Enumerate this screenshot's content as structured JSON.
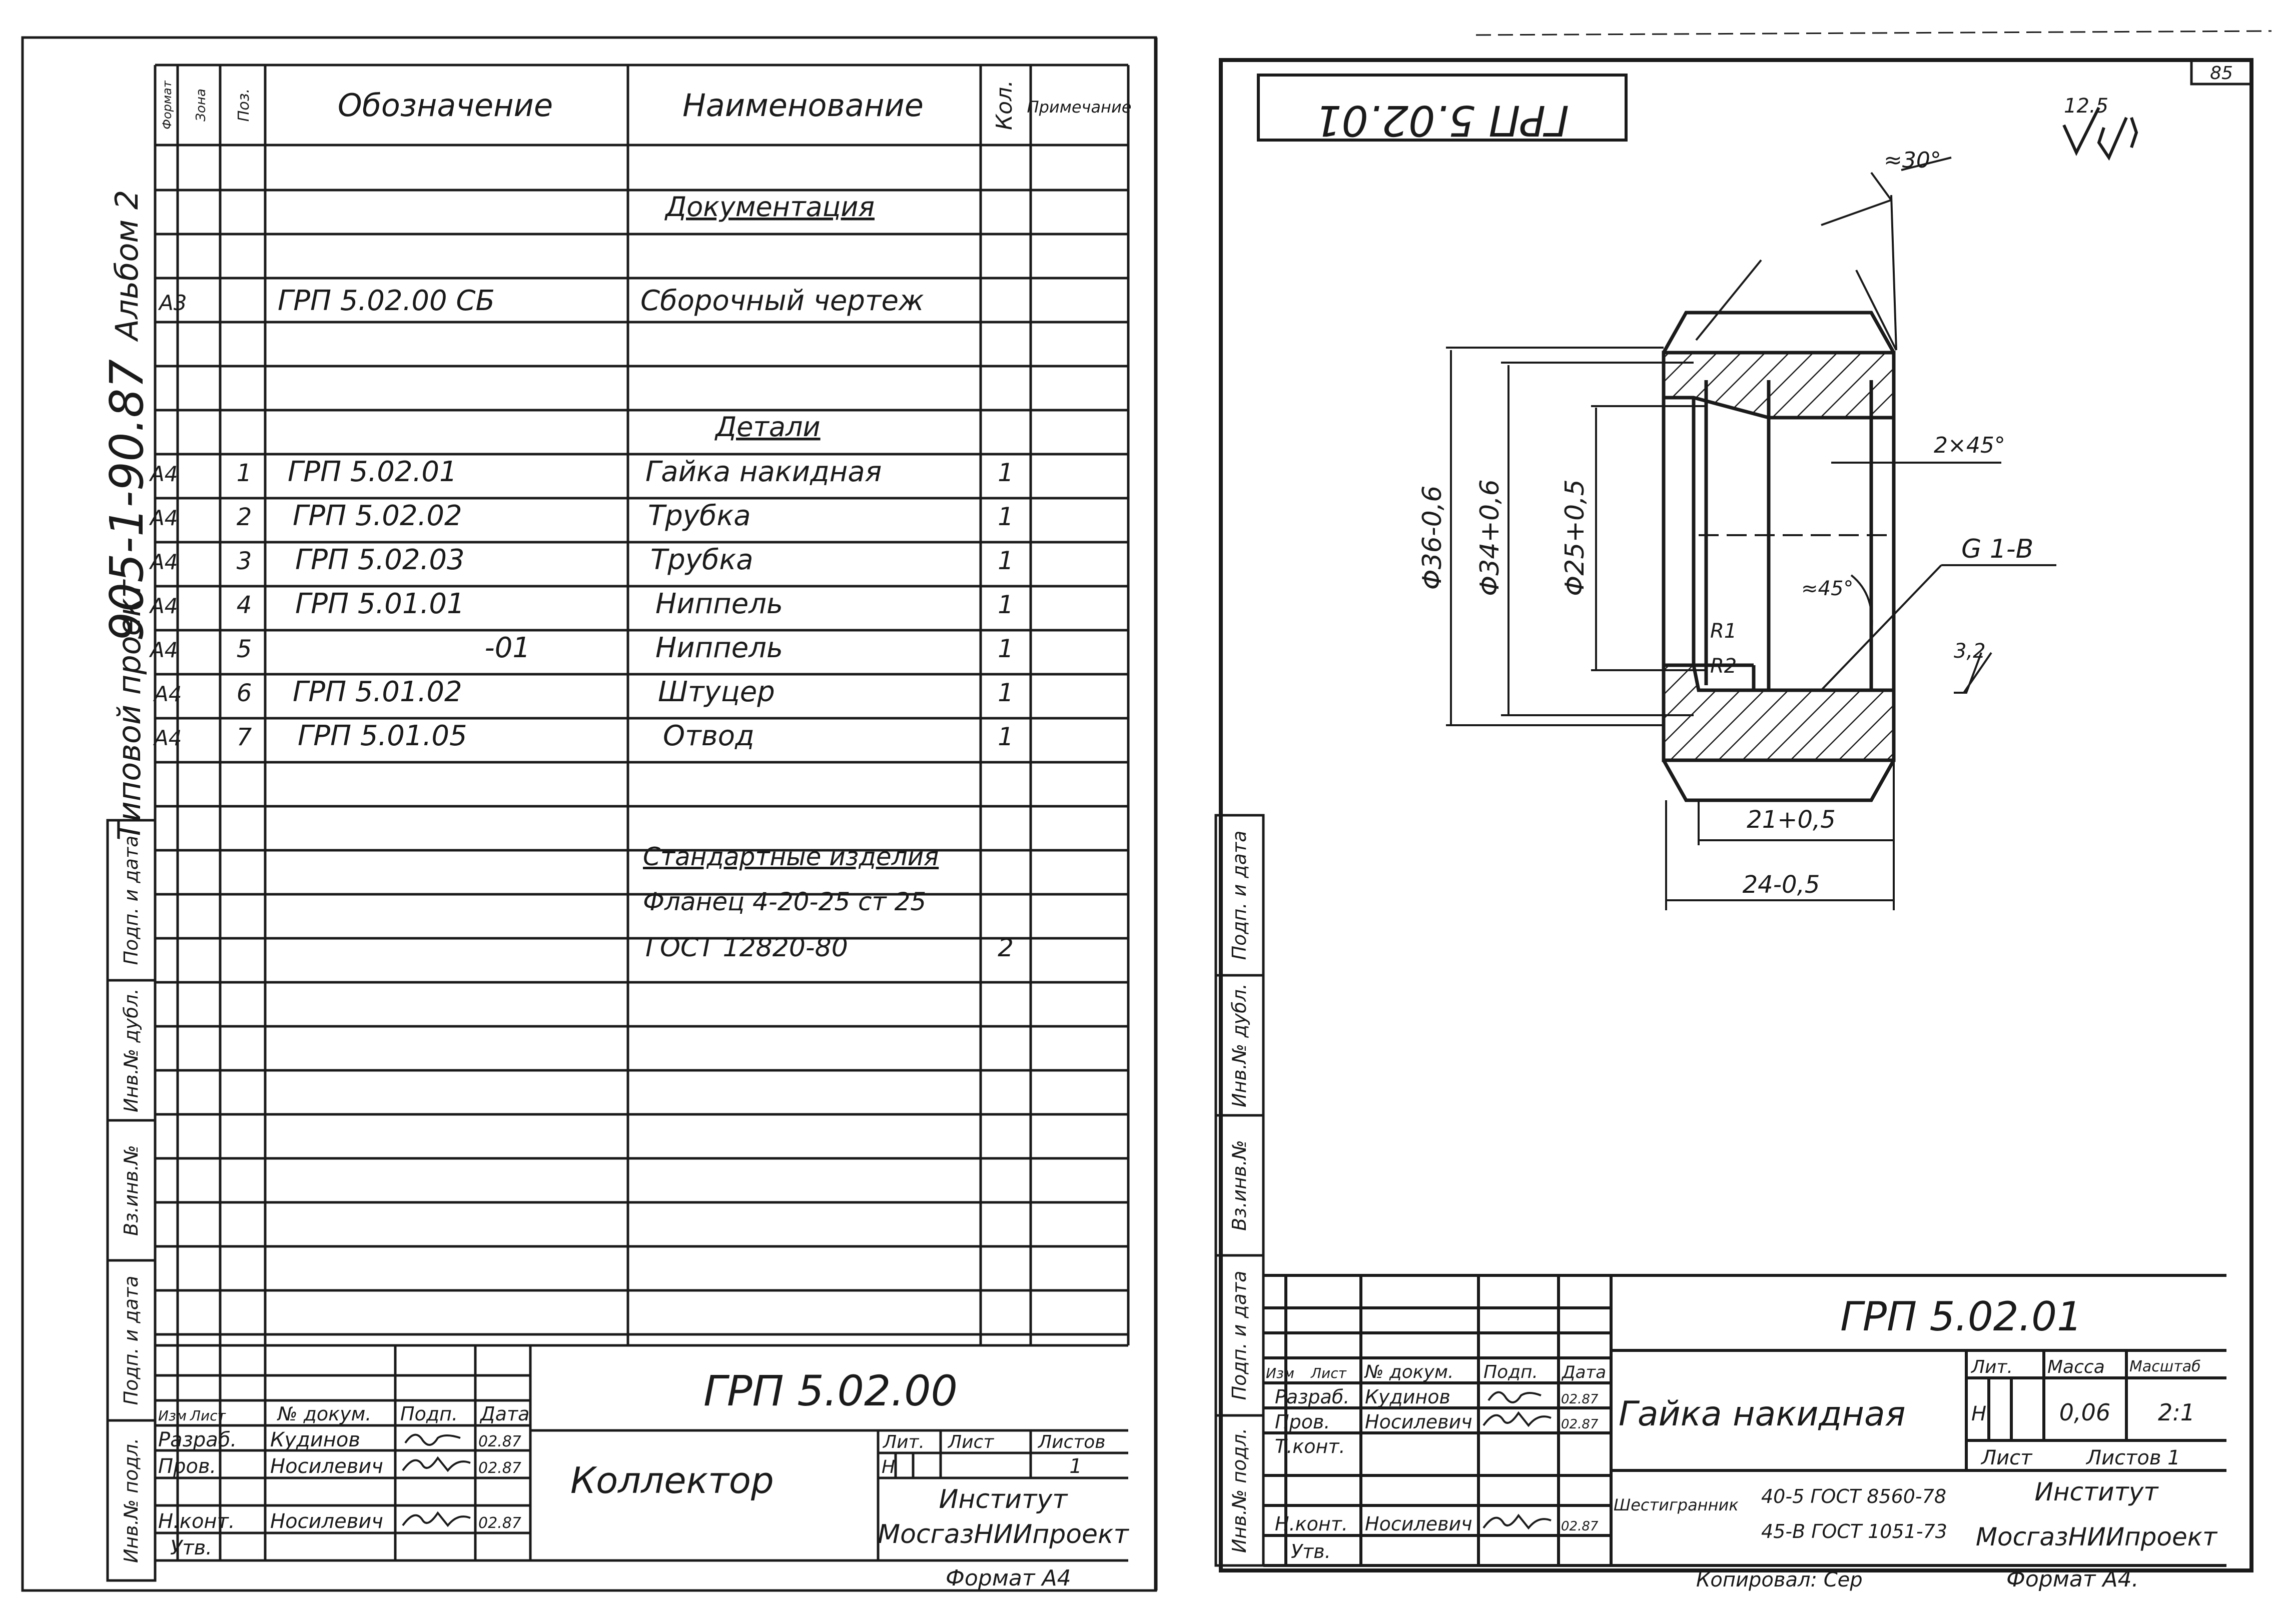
{
  "page_number": "85",
  "margin_left": {
    "album": "Альбом 2",
    "project_code": "905-1-90.87",
    "project_type": "Типовой проект",
    "stamp_labels": [
      "Подп. и дата",
      "Инв.№ дубл.",
      "Вз.инв.№",
      "Подп. и дата",
      "Инв.№ подл."
    ]
  },
  "margin_right": {
    "stamp_labels": [
      "Подп. и дата",
      "Инв.№ дубл.",
      "Вз.инв.№",
      "Подп. и дата",
      "Инв.№ подл."
    ]
  },
  "spec": {
    "headers": {
      "format": "Формат",
      "zone": "Зона",
      "pos": "Поз.",
      "designation": "Обозначение",
      "name": "Наименование",
      "qty": "Кол.",
      "note": "Примечание"
    },
    "rows": [
      {
        "format": "",
        "pos": "",
        "designation": "",
        "name": "Документация",
        "qty": "",
        "section": true
      },
      {
        "format": "А3",
        "pos": "",
        "designation": "ГРП 5.02.00 СБ",
        "name": "Сборочный чертеж",
        "qty": ""
      },
      {
        "format": "",
        "pos": "",
        "designation": "",
        "name": "Детали",
        "qty": "",
        "section": true
      },
      {
        "format": "А4",
        "pos": "1",
        "designation": "ГРП 5.02.01",
        "name": "Гайка накидная",
        "qty": "1"
      },
      {
        "format": "А4",
        "pos": "2",
        "designation": "ГРП 5.02.02",
        "name": "Трубка",
        "qty": "1"
      },
      {
        "format": "А4",
        "pos": "3",
        "designation": "ГРП 5.02.03",
        "name": "Трубка",
        "qty": "1"
      },
      {
        "format": "А4",
        "pos": "4",
        "designation": "ГРП 5.01.01",
        "name": "Ниппель",
        "qty": "1"
      },
      {
        "format": "А4",
        "pos": "5",
        "designation": "-01",
        "name": "Ниппель",
        "qty": "1"
      },
      {
        "format": "А4",
        "pos": "6",
        "designation": "ГРП 5.01.02",
        "name": "Штуцер",
        "qty": "1"
      },
      {
        "format": "А4",
        "pos": "7",
        "designation": "ГРП 5.01.05",
        "name": "Отвод",
        "qty": "1"
      },
      {
        "format": "",
        "pos": "",
        "designation": "",
        "name": "Стандартные изделия",
        "qty": "",
        "section": true
      },
      {
        "format": "",
        "pos": "",
        "designation": "",
        "name": "Фланец 4-20-25 ст 25",
        "qty": ""
      },
      {
        "format": "",
        "pos": "",
        "designation": "",
        "name": "ГОСТ 12820-80",
        "qty": "2"
      }
    ]
  },
  "title_block_left": {
    "doc_code": "ГРП 5.02.00",
    "title": "Коллектор",
    "col_headers": [
      "Изм",
      "Лист",
      "№ докум.",
      "Подп.",
      "Дата"
    ],
    "roles": [
      {
        "role": "Разраб.",
        "name": "Кудинов",
        "date": "02.87"
      },
      {
        "role": "Пров.",
        "name": "Носилевич",
        "date": "02.87"
      },
      {
        "role": "Н.конт.",
        "name": "Носилевич",
        "date": "02.87"
      },
      {
        "role": "Утв.",
        "name": "",
        "date": ""
      }
    ],
    "lit_label": "Лит.",
    "sheet_label": "Лист",
    "sheets_label": "Листов",
    "lit_value": "Н",
    "sheets_value": "1",
    "org_line1": "Институт",
    "org_line2": "МосгазНИИпроект",
    "format": "Формат А4"
  },
  "drawing": {
    "mirror_stamp": "ГРП 5.02.01",
    "surface_roughness": "12.5",
    "dimensions": {
      "chamfer_angle": "≈30°",
      "chamfer": "2×45°",
      "d_outer": "Φ36-0,6",
      "d_bore": "Φ34+0,6",
      "d_inner": "Φ25+0,5",
      "thread": "G 1-В",
      "angle45": "≈45°",
      "r1": "R1",
      "r2": "R2",
      "roughness_local": "3,2",
      "len_inner": "21+0,5",
      "len_total": "24-0,5"
    }
  },
  "title_block_right": {
    "doc_code": "ГРП 5.02.01",
    "title": "Гайка накидная",
    "col_headers": [
      "Изм",
      "Лист",
      "№ докум.",
      "Подп.",
      "Дата"
    ],
    "roles": [
      {
        "role": "Разраб.",
        "name": "Кудинов",
        "date": "02.87"
      },
      {
        "role": "Пров.",
        "name": "Носилевич",
        "date": "02.87"
      },
      {
        "role": "Т.конт.",
        "name": "",
        "date": ""
      },
      {
        "role": "Н.конт.",
        "name": "Носилевич",
        "date": "02.87"
      },
      {
        "role": "Утв.",
        "name": "",
        "date": ""
      }
    ],
    "lit_label": "Лит.",
    "mass_label": "Масса",
    "scale_label": "Масштаб",
    "lit_value": "Н",
    "mass_value": "0,06",
    "scale_value": "2:1",
    "sheet_label": "Лист",
    "sheets_label": "Листов 1",
    "material_label": "Шестигранник",
    "material_line1": "40-5 ГОСТ 8560-78",
    "material_line2": "45-В ГОСТ 1051-73",
    "org_line1": "Институт",
    "org_line2": "МосгазНИИпроект",
    "copied": "Копировал: Сер",
    "format": "Формат А4."
  }
}
